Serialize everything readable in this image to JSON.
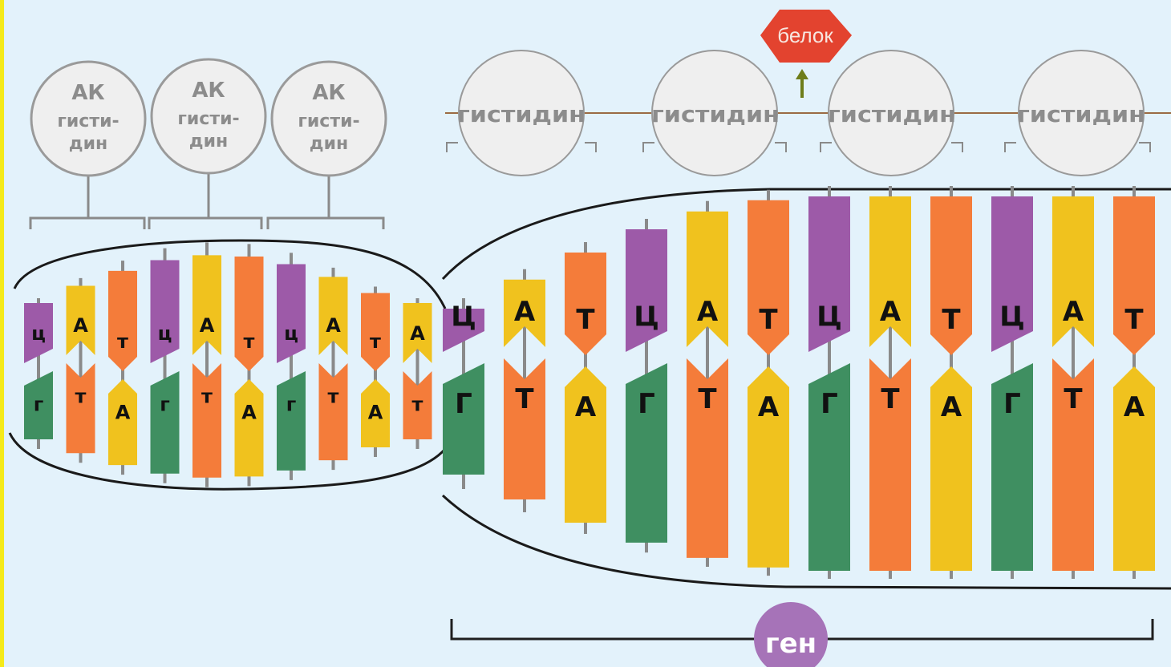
{
  "protein_label": "белок",
  "gene_label": "ген",
  "amino_acid_small": {
    "line1": "АК",
    "line2": "гисти-",
    "line3": "дин"
  },
  "amino_acid_large": "гистидин",
  "small_dna": {
    "top": [
      "ц",
      "А",
      "т",
      "ц",
      "А",
      "т",
      "ц",
      "А",
      "т",
      "А"
    ],
    "bottom": [
      "г",
      "т",
      "А",
      "г",
      "т",
      "А",
      "г",
      "т",
      "А",
      "т"
    ]
  },
  "large_dna": {
    "top": [
      "Ц",
      "А",
      "Т",
      "Ц",
      "А",
      "Т",
      "Ц",
      "А",
      "Т",
      "Ц",
      "А",
      "Т"
    ],
    "bottom": [
      "Г",
      "Т",
      "А",
      "Г",
      "Т",
      "А",
      "Г",
      "Т",
      "А",
      "Г",
      "Т",
      "А"
    ]
  },
  "colors": {
    "background": "#e3f2fb",
    "Ц": "#9d5aa8",
    "Г": "#3f8f61",
    "А": "#f0c21e",
    "Т": "#f47c3a",
    "protein": "#e3432f",
    "gene_badge": "#a673b8",
    "circle_fill": "#efefef",
    "line": "#8a8a8a"
  }
}
